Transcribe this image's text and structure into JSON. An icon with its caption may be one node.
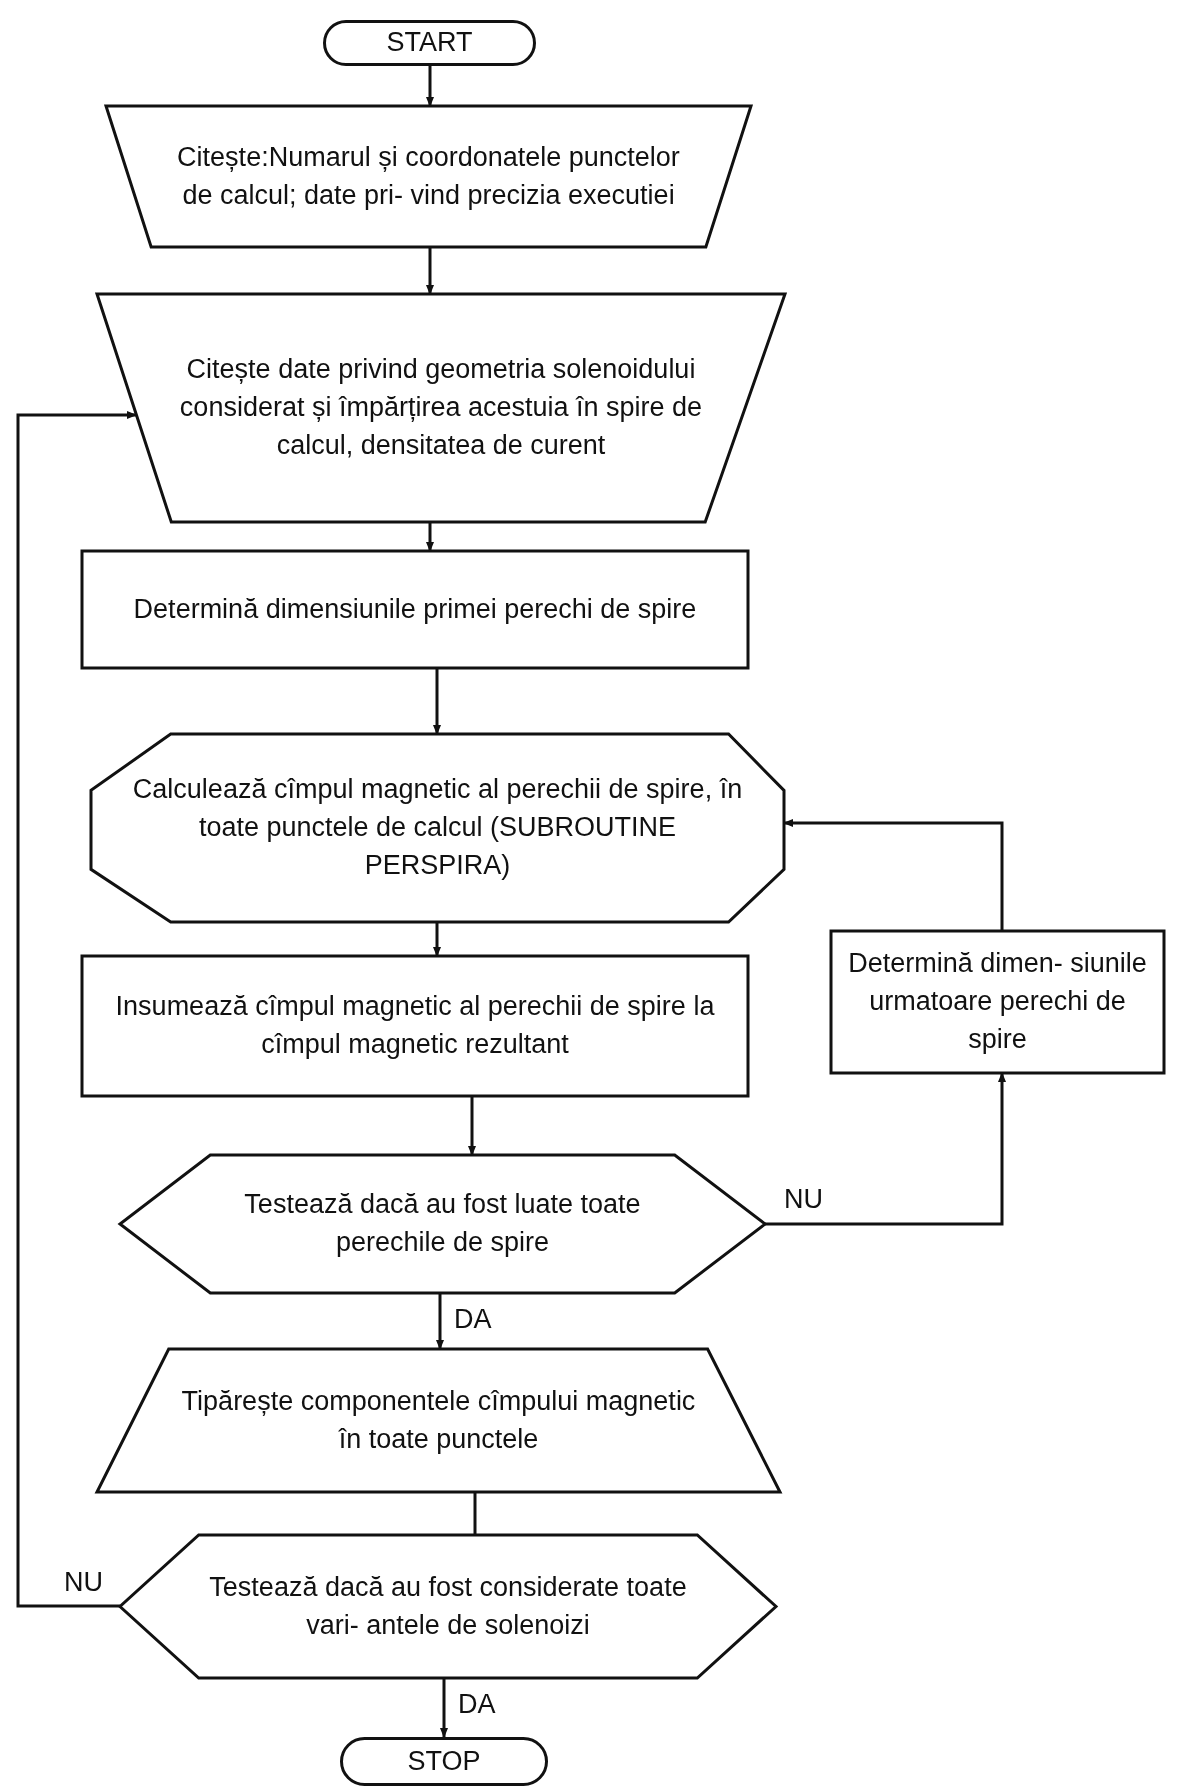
{
  "diagram": {
    "nodes": [
      {
        "text": [
          "START"
        ]
      },
      {
        "text": [
          "Citește:Numarul și coordonatele punctelor de calcul; date pri- vind precizia executiei"
        ]
      },
      {
        "text": [
          "Citește date privind geometria solenoidului considerat și împărțirea acestuia în spire de calcul, densitatea de curent"
        ]
      },
      {
        "text": [
          "Determină dimensiunile primei perechi de spire"
        ]
      },
      {
        "text": [
          "Calculează cîmpul magnetic al perechii de spire, în toate punctele de calcul (SUBROUTINE PERSPIRA)"
        ]
      },
      {
        "text": [
          "Insumează cîmpul magnetic al perechii de spire la cîmpul magnetic rezultant"
        ]
      },
      {
        "text": [
          "Determină dimen- siunile urmatoare perechi de spire"
        ]
      },
      {
        "text": [
          "Testează dacă au fost luate toate perechile de spire"
        ]
      },
      {
        "text": [
          "Tipărește componentele cîmpului magnetic în toate punctele"
        ]
      },
      {
        "text": [
          "Testează dacă au fost considerate toate vari- antele de solenoizi"
        ]
      },
      {
        "text": [
          "STOP"
        ]
      }
    ],
    "edges": [
      {
        "from": 0,
        "to": 1,
        "arrow": "to"
      },
      {
        "from": 1,
        "to": 2,
        "arrow": "to"
      },
      {
        "from": 2,
        "to": 3,
        "arrow": "to"
      },
      {
        "from": 3,
        "to": 4,
        "arrow": "to"
      },
      {
        "from": 4,
        "to": 5,
        "arrow": "to"
      },
      {
        "from": 5,
        "to": 7,
        "arrow": "to"
      },
      {
        "from": 7,
        "to": 6,
        "arrow": "to",
        "label": "NU"
      },
      {
        "from": 6,
        "to": 4,
        "arrow": "to"
      },
      {
        "from": 7,
        "to": 8,
        "arrow": "to",
        "label": "DA"
      },
      {
        "from": 8,
        "to": 9,
        "arrow": "none"
      },
      {
        "from": 9,
        "to": 2,
        "arrow": "to",
        "label": "NU"
      },
      {
        "from": 9,
        "to": 10,
        "arrow": "to",
        "label": "DA"
      }
    ]
  }
}
